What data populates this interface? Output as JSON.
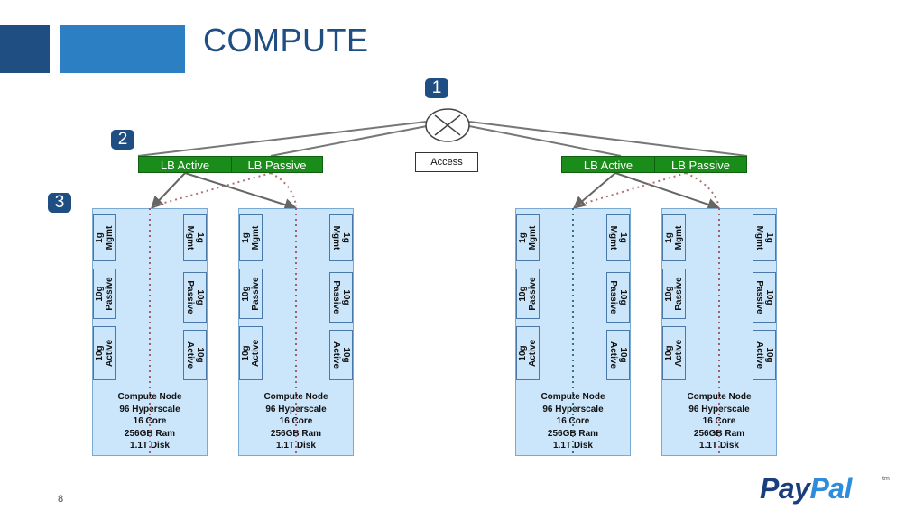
{
  "header": {
    "title": "COMPUTE"
  },
  "badges": [
    "1",
    "2",
    "3"
  ],
  "access_label": "Access",
  "lb_groups": [
    {
      "active": "LB Active",
      "passive": "LB Passive"
    },
    {
      "active": "LB Active",
      "passive": "LB Passive"
    }
  ],
  "nodes": [
    {
      "left_nics": [
        "1g\nMgmt",
        "10g\nPassive",
        "10g\nActive"
      ],
      "right_nics": [
        "1g\nMgmt",
        "10g\nPassive",
        "10g\nActive"
      ],
      "lines": [
        "Compute Node",
        "96 Hyperscale",
        "16 Core",
        "256GB Ram",
        "1.1T Disk"
      ]
    },
    {
      "left_nics": [
        "1g\nMgmt",
        "10g\nPassive",
        "10g\nActive"
      ],
      "right_nics": [
        "1g\nMgmt",
        "10g\nPassive",
        "10g\nActive"
      ],
      "lines": [
        "Compute Node",
        "96 Hyperscale",
        "16 Core",
        "256GB Ram",
        "1.1T Disk"
      ]
    },
    {
      "left_nics": [
        "1g\nMgmt",
        "10g\nPassive",
        "10g\nActive"
      ],
      "right_nics": [
        "1g\nMgmt",
        "10g\nPassive",
        "10g\nActive"
      ],
      "lines": [
        "Compute Node",
        "96 Hyperscale",
        "16 Core",
        "256GB Ram",
        "1.1T Disk"
      ]
    },
    {
      "left_nics": [
        "1g\nMgmt",
        "10g\nPassive",
        "10g\nActive"
      ],
      "right_nics": [
        "1g\nMgmt",
        "10g\nPassive",
        "10g\nActive"
      ],
      "lines": [
        "Compute Node",
        "96 Hyperscale",
        "16 Core",
        "256GB Ram",
        "1.1T Disk"
      ]
    }
  ],
  "footer": {
    "page_number": "8",
    "logo_part1": "Pay",
    "logo_part2": "Pal",
    "tm": "tm"
  },
  "colors": {
    "dark_blue": "#1f4e82",
    "mid_blue": "#2d7fc4",
    "lb_green": "#1a8c1a",
    "node_fill": "#cbe6fb"
  }
}
